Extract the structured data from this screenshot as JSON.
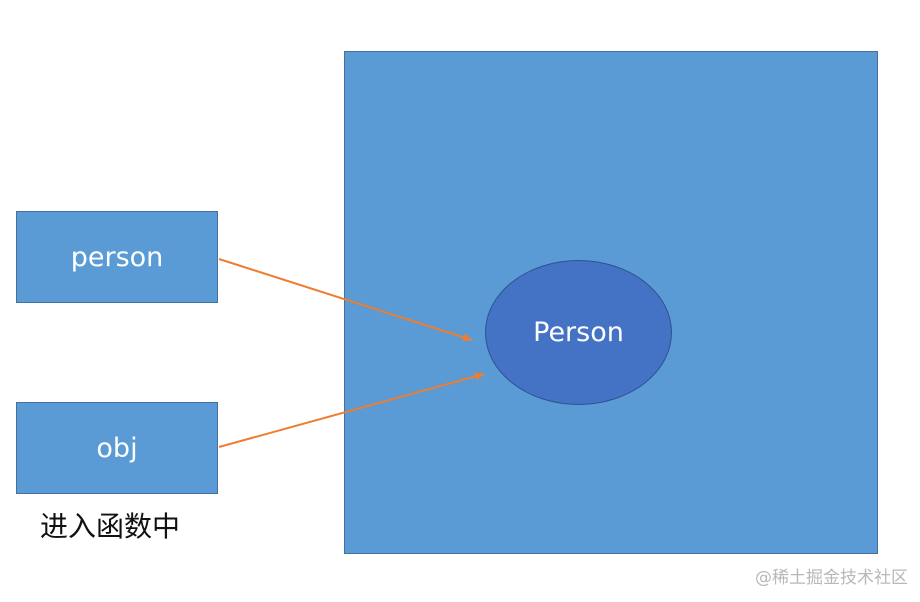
{
  "diagram": {
    "variables": [
      {
        "label": "person"
      },
      {
        "label": "obj"
      }
    ],
    "object": {
      "label": "Person"
    },
    "caption": "进入函数中",
    "colors": {
      "box_fill": "#5b9bd5",
      "box_border": "#41719c",
      "ellipse_fill": "#4472c4",
      "arrow": "#ed7d31",
      "text": "#ffffff"
    }
  },
  "watermark": "@稀土掘金技术社区"
}
